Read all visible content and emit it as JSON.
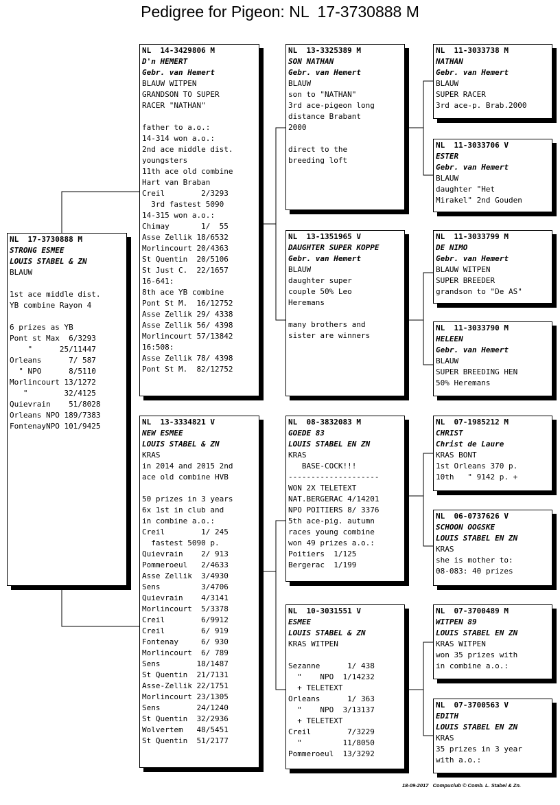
{
  "title": "Pedigree for Pigeon: NL  17-3730888 M",
  "footer": "18-09-2017   Compuclub © Comb. L. Stabel & Zn.",
  "pigeons": {
    "subject": {
      "ring": "NL  17-3730888 M",
      "name": "STRONG ESMEE",
      "breeder": "LOUIS STABEL & ZN",
      "color": "BLAUW",
      "lines": [
        "",
        "1st ace middle dist.",
        "YB combine Rayon 4",
        "",
        "6 prizes as YB",
        "Pont st Max  6/3293",
        "    \"      25/11447",
        "Orleans      7/ 587",
        "  \" NPO      8/5110",
        "Morlincourt 13/1272",
        "   \"        32/4125",
        "Quievrain    51/8028",
        "Orleans NPO 189/7383",
        "FontenayNPO 101/9425"
      ]
    },
    "sire": {
      "ring": "NL  14-3429806 M",
      "name": "D'n HEMERT",
      "breeder": "Gebr. van Hemert",
      "color": "BLAUW WITPEN",
      "lines": [
        "GRANDSON TO SUPER",
        "RACER \"NATHAN\"",
        "",
        "father to a.o.:",
        "14-314 won a.o.:",
        "2nd ace middle dist.",
        "youngsters",
        "11th ace old combine",
        "Hart van Braban",
        "Creil        2/3293",
        "  3rd fastest 5090",
        "14-315 won a.o.:",
        "Chimay       1/  55",
        "Asse Zellik 18/6532",
        "Morlincourt 20/4363",
        "St Quentin  20/5106",
        "St Just C.  22/1657",
        "16-641:",
        "8th ace YB combine",
        "Pont St M.  16/12752",
        "Asse Zellik 29/ 4338",
        "Asse Zellik 56/ 4398",
        "Morlincourt 57/13842",
        "16:508:",
        "Asse Zellik 78/ 4398",
        "Pont St M.  82/12752"
      ]
    },
    "dam": {
      "ring": "NL  13-3334821 V",
      "name": "NEW ESMEE",
      "breeder": "LOUIS STABEL & ZN",
      "color": "KRAS",
      "lines": [
        "in 2014 and 2015 2nd",
        "ace old combine HVB",
        "",
        "50 prizes in 3 years",
        "6x 1st in club and",
        "in combine a.o.:",
        "Creil        1/ 245",
        "  fastest 5090 p.",
        "Quievrain    2/ 913",
        "Pommeroeul   2/4633",
        "Asse Zellik  3/4930",
        "Sens         3/4706",
        "Quievrain    4/3141",
        "Morlincourt  5/3378",
        "Creil        6/9912",
        "Creil        6/ 919",
        "Fontenay     6/ 930",
        "Morlincourt  6/ 789",
        "Sens        18/1487",
        "St Quentin  21/7131",
        "Asse-Zellik 22/1751",
        "Morlincourt 23/1305",
        "Sens        24/1240",
        "St Quentin  32/2936",
        "Wolvertem   48/5451",
        "St Quentin  51/2177"
      ]
    },
    "ss": {
      "ring": "NL  13-3325389 M",
      "name": "SON NATHAN",
      "breeder": "Gebr. van Hemert",
      "color": "BLAUW",
      "lines": [
        "son to \"NATHAN\"",
        "3rd ace-pigeon long",
        "distance Brabant",
        "2000",
        "",
        "direct to the",
        "breeding loft"
      ]
    },
    "sd": {
      "ring": "NL  13-1351965 V",
      "name": "DAUGHTER SUPER KOPPE",
      "breeder": "Gebr. van Hemert",
      "color": "BLAUW",
      "lines": [
        "daughter super",
        "couple 50% Leo",
        "Heremans",
        "",
        "many brothers and",
        "sister are winners"
      ]
    },
    "ds": {
      "ring": "NL  08-3832083 M",
      "name": "GOEDE 83",
      "breeder": "LOUIS STABEL EN ZN",
      "color": "KRAS",
      "lines": [
        "   BASE-COCK!!!",
        "--------------------",
        "WON 2X TELETEXT",
        "NAT.BERGERAC 4/14201",
        "NPO POITIERS 8/ 3376",
        "5th ace-pig. autumn",
        "races young combine",
        "won 49 prizes a.o.:",
        "Poitiers  1/125",
        "Bergerac  1/199"
      ]
    },
    "dd": {
      "ring": "NL  10-3031551 V",
      "name": "ESMEE",
      "breeder": "LOUIS STABEL & ZN",
      "color": "KRAS WITPEN",
      "lines": [
        "",
        "Sezanne      1/ 438",
        "  \"    NPO  1/14232",
        "  + TELETEXT",
        "Orleans      1/ 363",
        "  \"    NPO  3/13137",
        "  + TELETEXT",
        "Creil        7/3229",
        "  \"         11/8050",
        "Pommeroeul  13/3292"
      ]
    },
    "sss": {
      "ring": "NL  11-3033738 M",
      "name": "NATHAN",
      "breeder": "Gebr. van Hemert",
      "color": "BLAUW",
      "lines": [
        "SUPER RACER",
        "3rd ace-p. Brab.2000"
      ]
    },
    "ssd": {
      "ring": "NL  11-3033706 V",
      "name": "ESTER",
      "breeder": "Gebr. van Hemert",
      "color": "BLAUW",
      "lines": [
        "daughter \"Het",
        "Mirakel\" 2nd Gouden"
      ]
    },
    "sds": {
      "ring": "NL  11-3033799 M",
      "name": "DE NIMO",
      "breeder": "Gebr. van Hemert",
      "color": "BLAUW WITPEN",
      "lines": [
        "SUPER BREEDER",
        "grandson to \"De AS\""
      ]
    },
    "sdd": {
      "ring": "NL  11-3033790 M",
      "name": "HELEEN",
      "breeder": "Gebr. van Hemert",
      "color": "BLAUW",
      "lines": [
        "SUPER BREEDING HEN",
        "50% Heremans"
      ]
    },
    "dss": {
      "ring": "NL  07-1985212 M",
      "name": "CHRIST",
      "breeder": "Christ de Laure",
      "color": "KRAS BONT",
      "lines": [
        "1st Orleans 370 p.",
        "10th   \" 9142 p. +"
      ]
    },
    "dsd": {
      "ring": "NL  06-0737626 V",
      "name": "SCHOON OOGSKE",
      "breeder": "LOUIS STABEL EN ZN",
      "color": "KRAS",
      "lines": [
        "she is mother to:",
        "08-083: 40 prizes"
      ]
    },
    "dds": {
      "ring": "NL  07-3700489 M",
      "name": "WITPEN 89",
      "breeder": "LOUIS STABEL EN ZN",
      "color": "KRAS WITPEN",
      "lines": [
        "won 35 prizes with",
        "in combine a.o.:"
      ]
    },
    "ddd": {
      "ring": "NL  07-3700563 V",
      "name": "EDITH",
      "breeder": "LOUIS STABEL EN ZN",
      "color": "KRAS",
      "lines": [
        "35 prizes in 3 year",
        "with a.o.:"
      ]
    }
  }
}
